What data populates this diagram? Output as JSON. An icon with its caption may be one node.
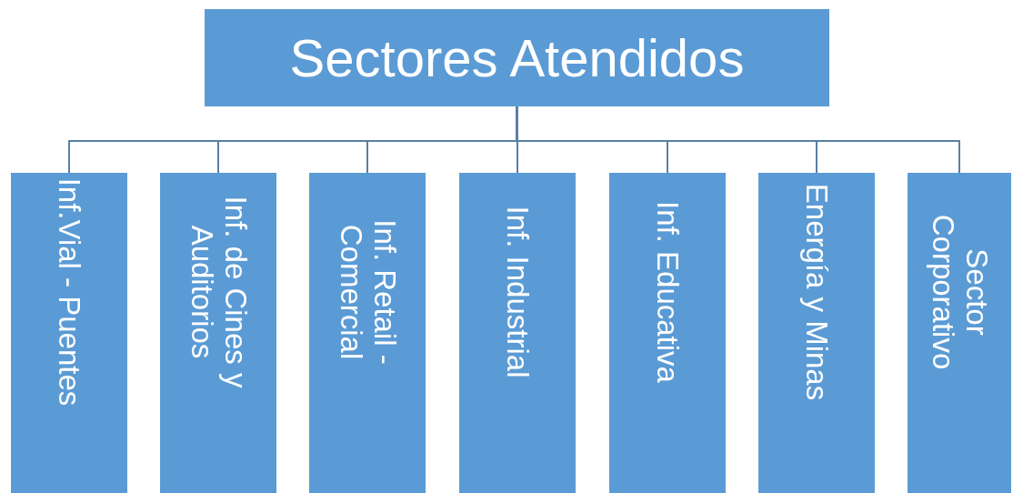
{
  "diagram": {
    "nodes": [
      {
        "text": [
          "Sectores Atendidos"
        ]
      },
      {
        "text": [
          "Inf.Vial - Puentes"
        ]
      },
      {
        "text": [
          "Inf. de Cines y Auditorios"
        ]
      },
      {
        "text": [
          "Inf. Retail - Comercial"
        ]
      },
      {
        "text": [
          "Inf. Industrial"
        ]
      },
      {
        "text": [
          "Inf. Educativa"
        ]
      },
      {
        "text": [
          "Energía y Minas"
        ]
      },
      {
        "text": [
          "Sector Corporativo"
        ]
      }
    ],
    "edges": [
      {
        "from": 0,
        "to": 1,
        "arrow": "none"
      },
      {
        "from": 0,
        "to": 2,
        "arrow": "none"
      },
      {
        "from": 0,
        "to": 3,
        "arrow": "none"
      },
      {
        "from": 0,
        "to": 4,
        "arrow": "none"
      },
      {
        "from": 0,
        "to": 5,
        "arrow": "none"
      },
      {
        "from": 0,
        "to": 6,
        "arrow": "none"
      },
      {
        "from": 0,
        "to": 7,
        "arrow": "none"
      }
    ]
  }
}
